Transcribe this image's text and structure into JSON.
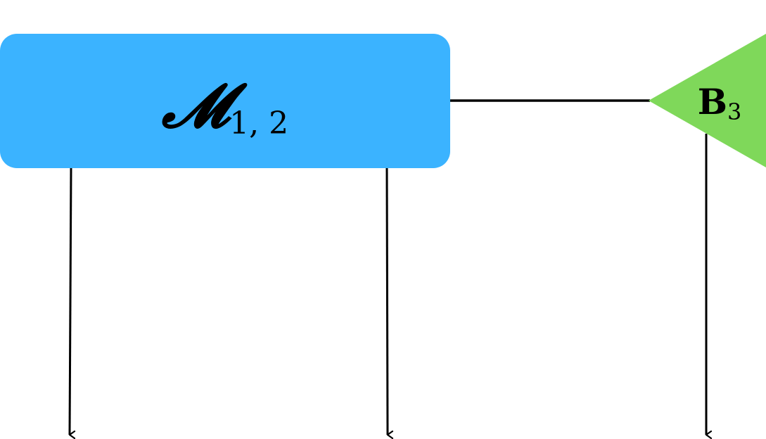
{
  "diagram": {
    "block_m": {
      "main": "𝓜",
      "subscript": "1, 2",
      "fill": "#3bb3ff"
    },
    "block_b": {
      "main": "B",
      "subscript": "3",
      "fill": "#7fd85a"
    },
    "line_color": "#000000"
  }
}
